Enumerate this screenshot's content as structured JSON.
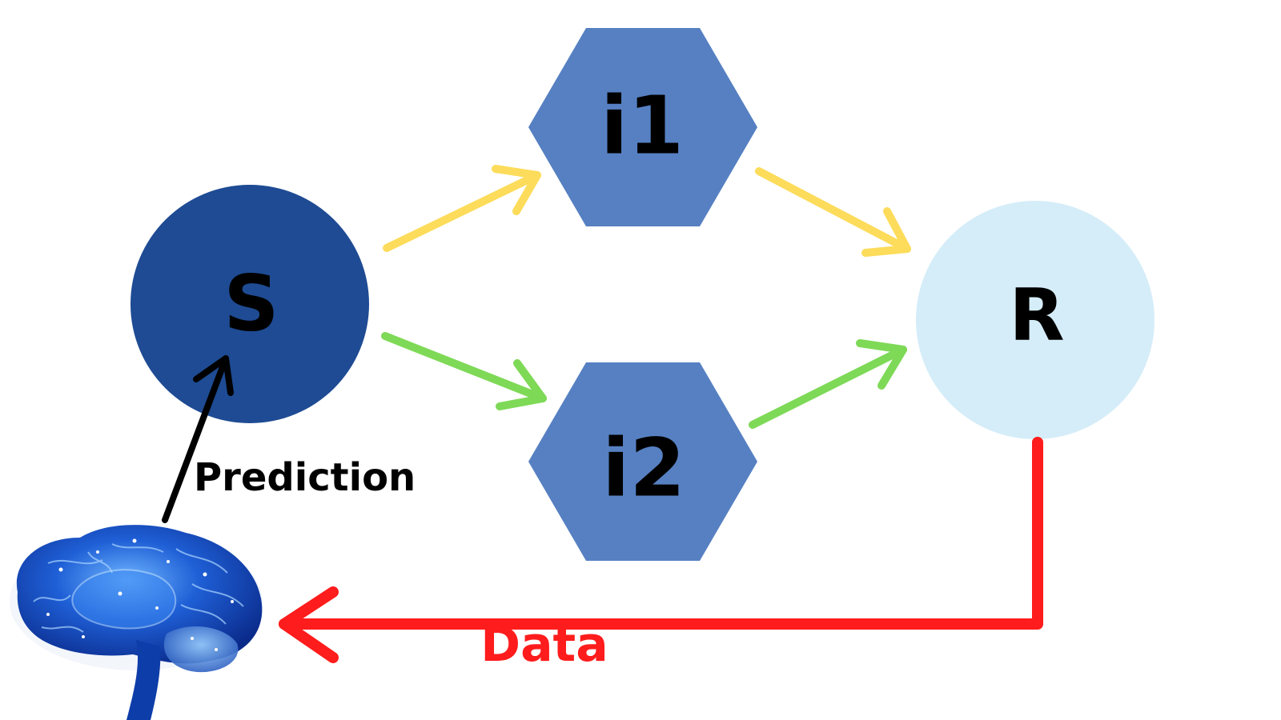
{
  "nodes": {
    "s": {
      "label": "S",
      "color": "#1e4b93"
    },
    "i1": {
      "label": "i1",
      "color": "#5680c2"
    },
    "i2": {
      "label": "i2",
      "color": "#5680c2"
    },
    "r": {
      "label": "R",
      "color": "#d5edf8"
    }
  },
  "edges": {
    "s_to_i1": {
      "color": "#fcdc5a"
    },
    "i1_to_r": {
      "color": "#fcdc5a"
    },
    "s_to_i2": {
      "color": "#7ed957"
    },
    "i2_to_r": {
      "color": "#7ed957"
    },
    "prediction": {
      "label": "Prediction",
      "color": "#000000"
    },
    "data": {
      "label": "Data",
      "color": "#ff1c1c"
    }
  },
  "brain": {
    "icon": "brain-icon"
  }
}
